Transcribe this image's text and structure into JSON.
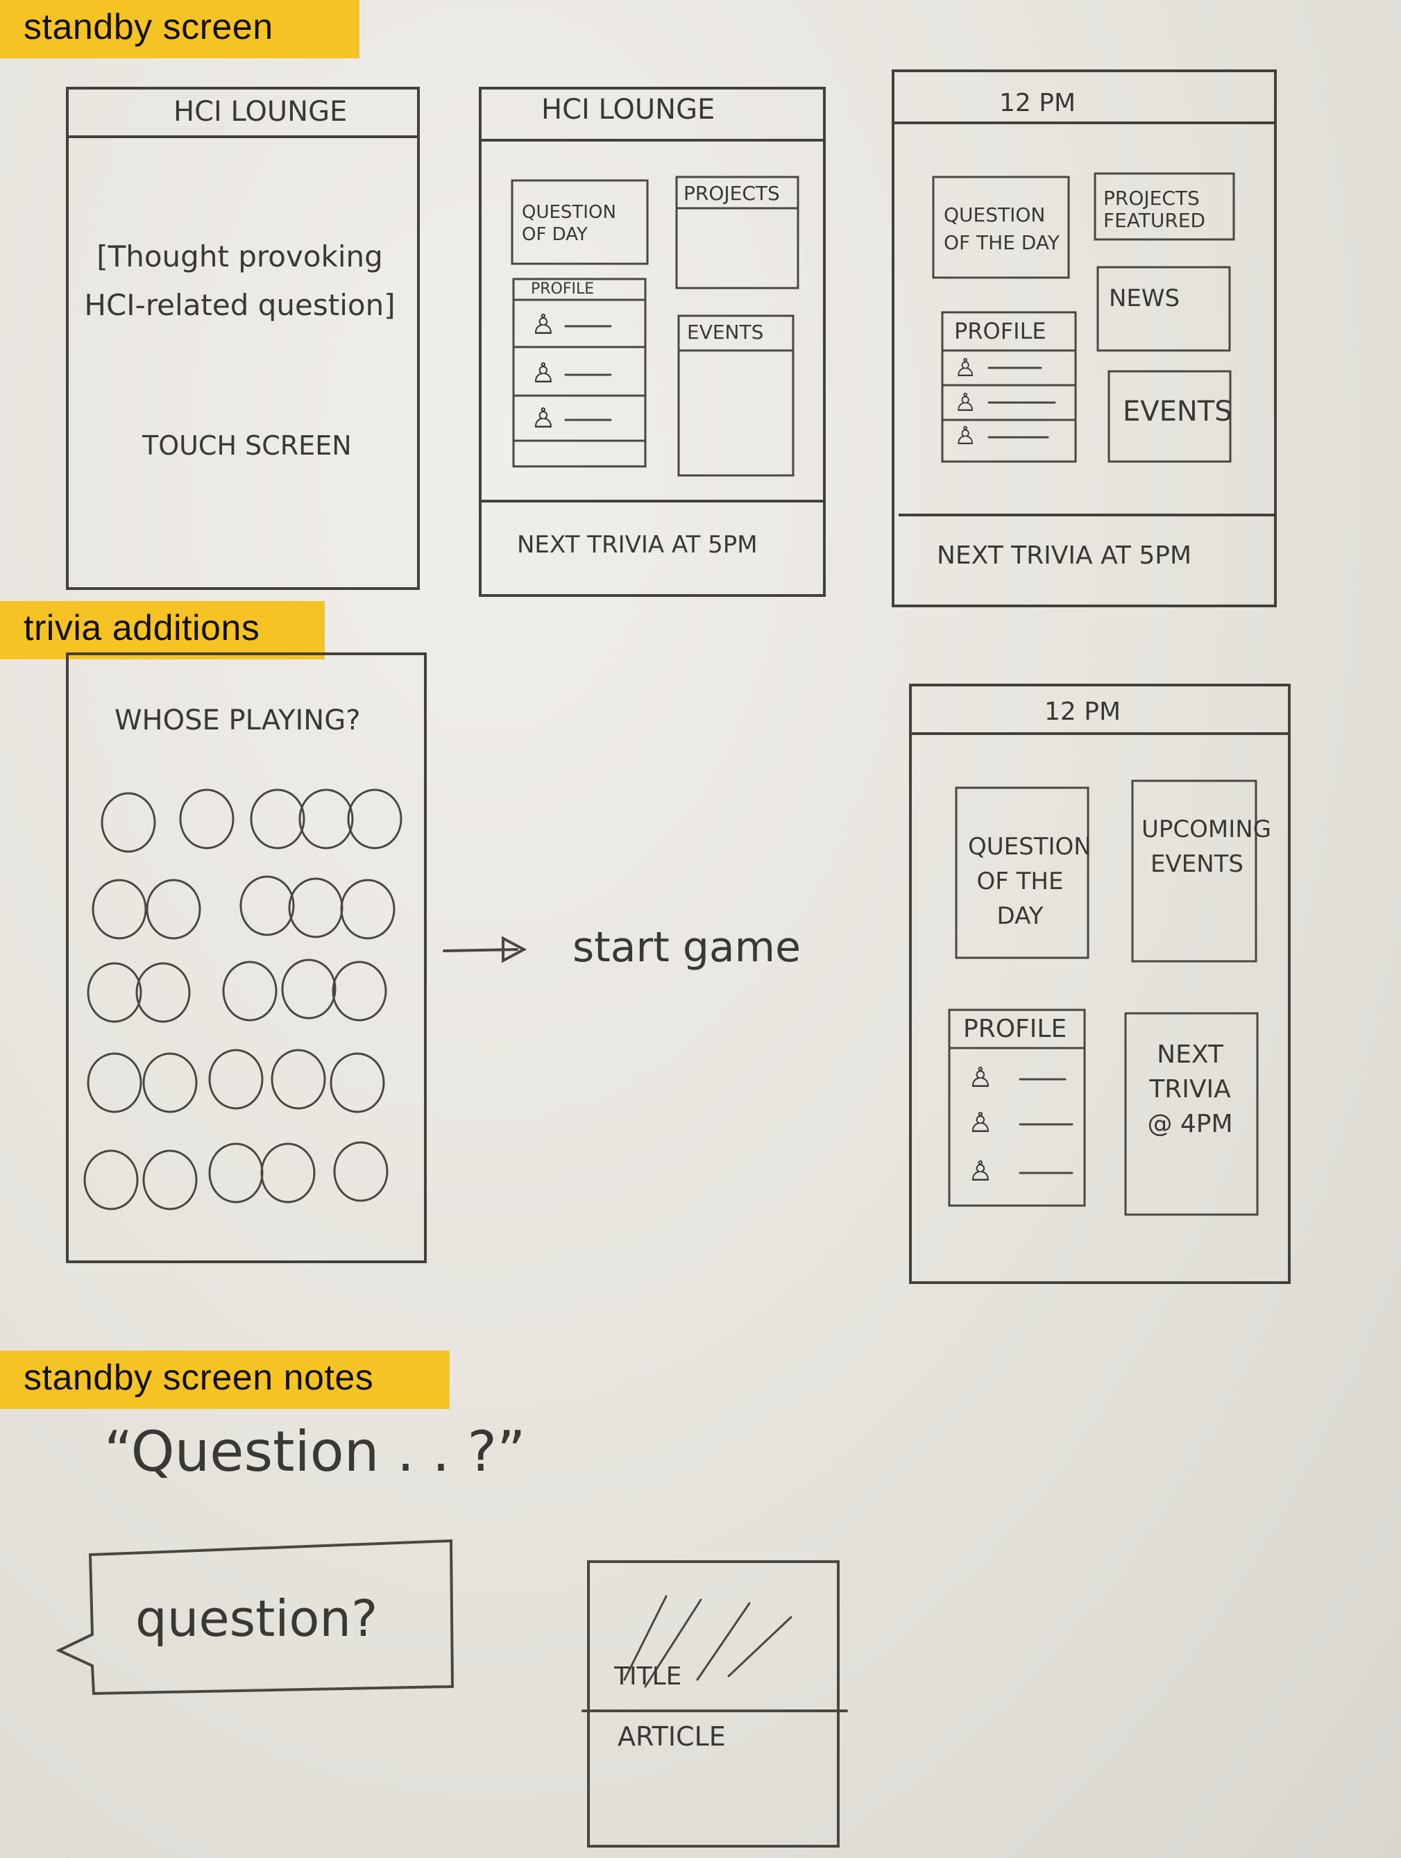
{
  "sections": {
    "standby": "standby screen",
    "trivia": "trivia additions",
    "notes": "standby screen notes"
  },
  "screen1": {
    "header": "HCI LOUNGE",
    "question": "[Thought provoking HCI-related question]",
    "touch": "TOUCH SCREEN"
  },
  "screen2": {
    "header": "HCI   LOUNGE",
    "qotd": "QUESTION OF DAY",
    "projects": "PROJECTS",
    "profile": "PROFILE",
    "events": "EVENTS",
    "footer": "NEXT TRIVIA AT 5PM"
  },
  "screen3": {
    "header": "12 PM",
    "qotd": "QUESTION OF THE DAY",
    "projects": "PROJECTS FEATURED",
    "news": "NEWS",
    "profile": "PROFILE",
    "events": "EVENTS",
    "footer": "NEXT TRIVIA AT 5PM"
  },
  "trivia_screen": {
    "title": "WHOSE PLAYING?",
    "arrow_label": "start game"
  },
  "screen4": {
    "header": "12 PM",
    "qotd": "QUESTION OF THE DAY",
    "upcoming": "UPCOMING EVENTS",
    "profile": "PROFILE",
    "next_trivia": "NEXT TRIVIA @ 4PM"
  },
  "notes": {
    "quote": "“Question . . ?”",
    "bubble": "question?",
    "card_title": "TITLE",
    "card_article": "ARTICLE"
  }
}
